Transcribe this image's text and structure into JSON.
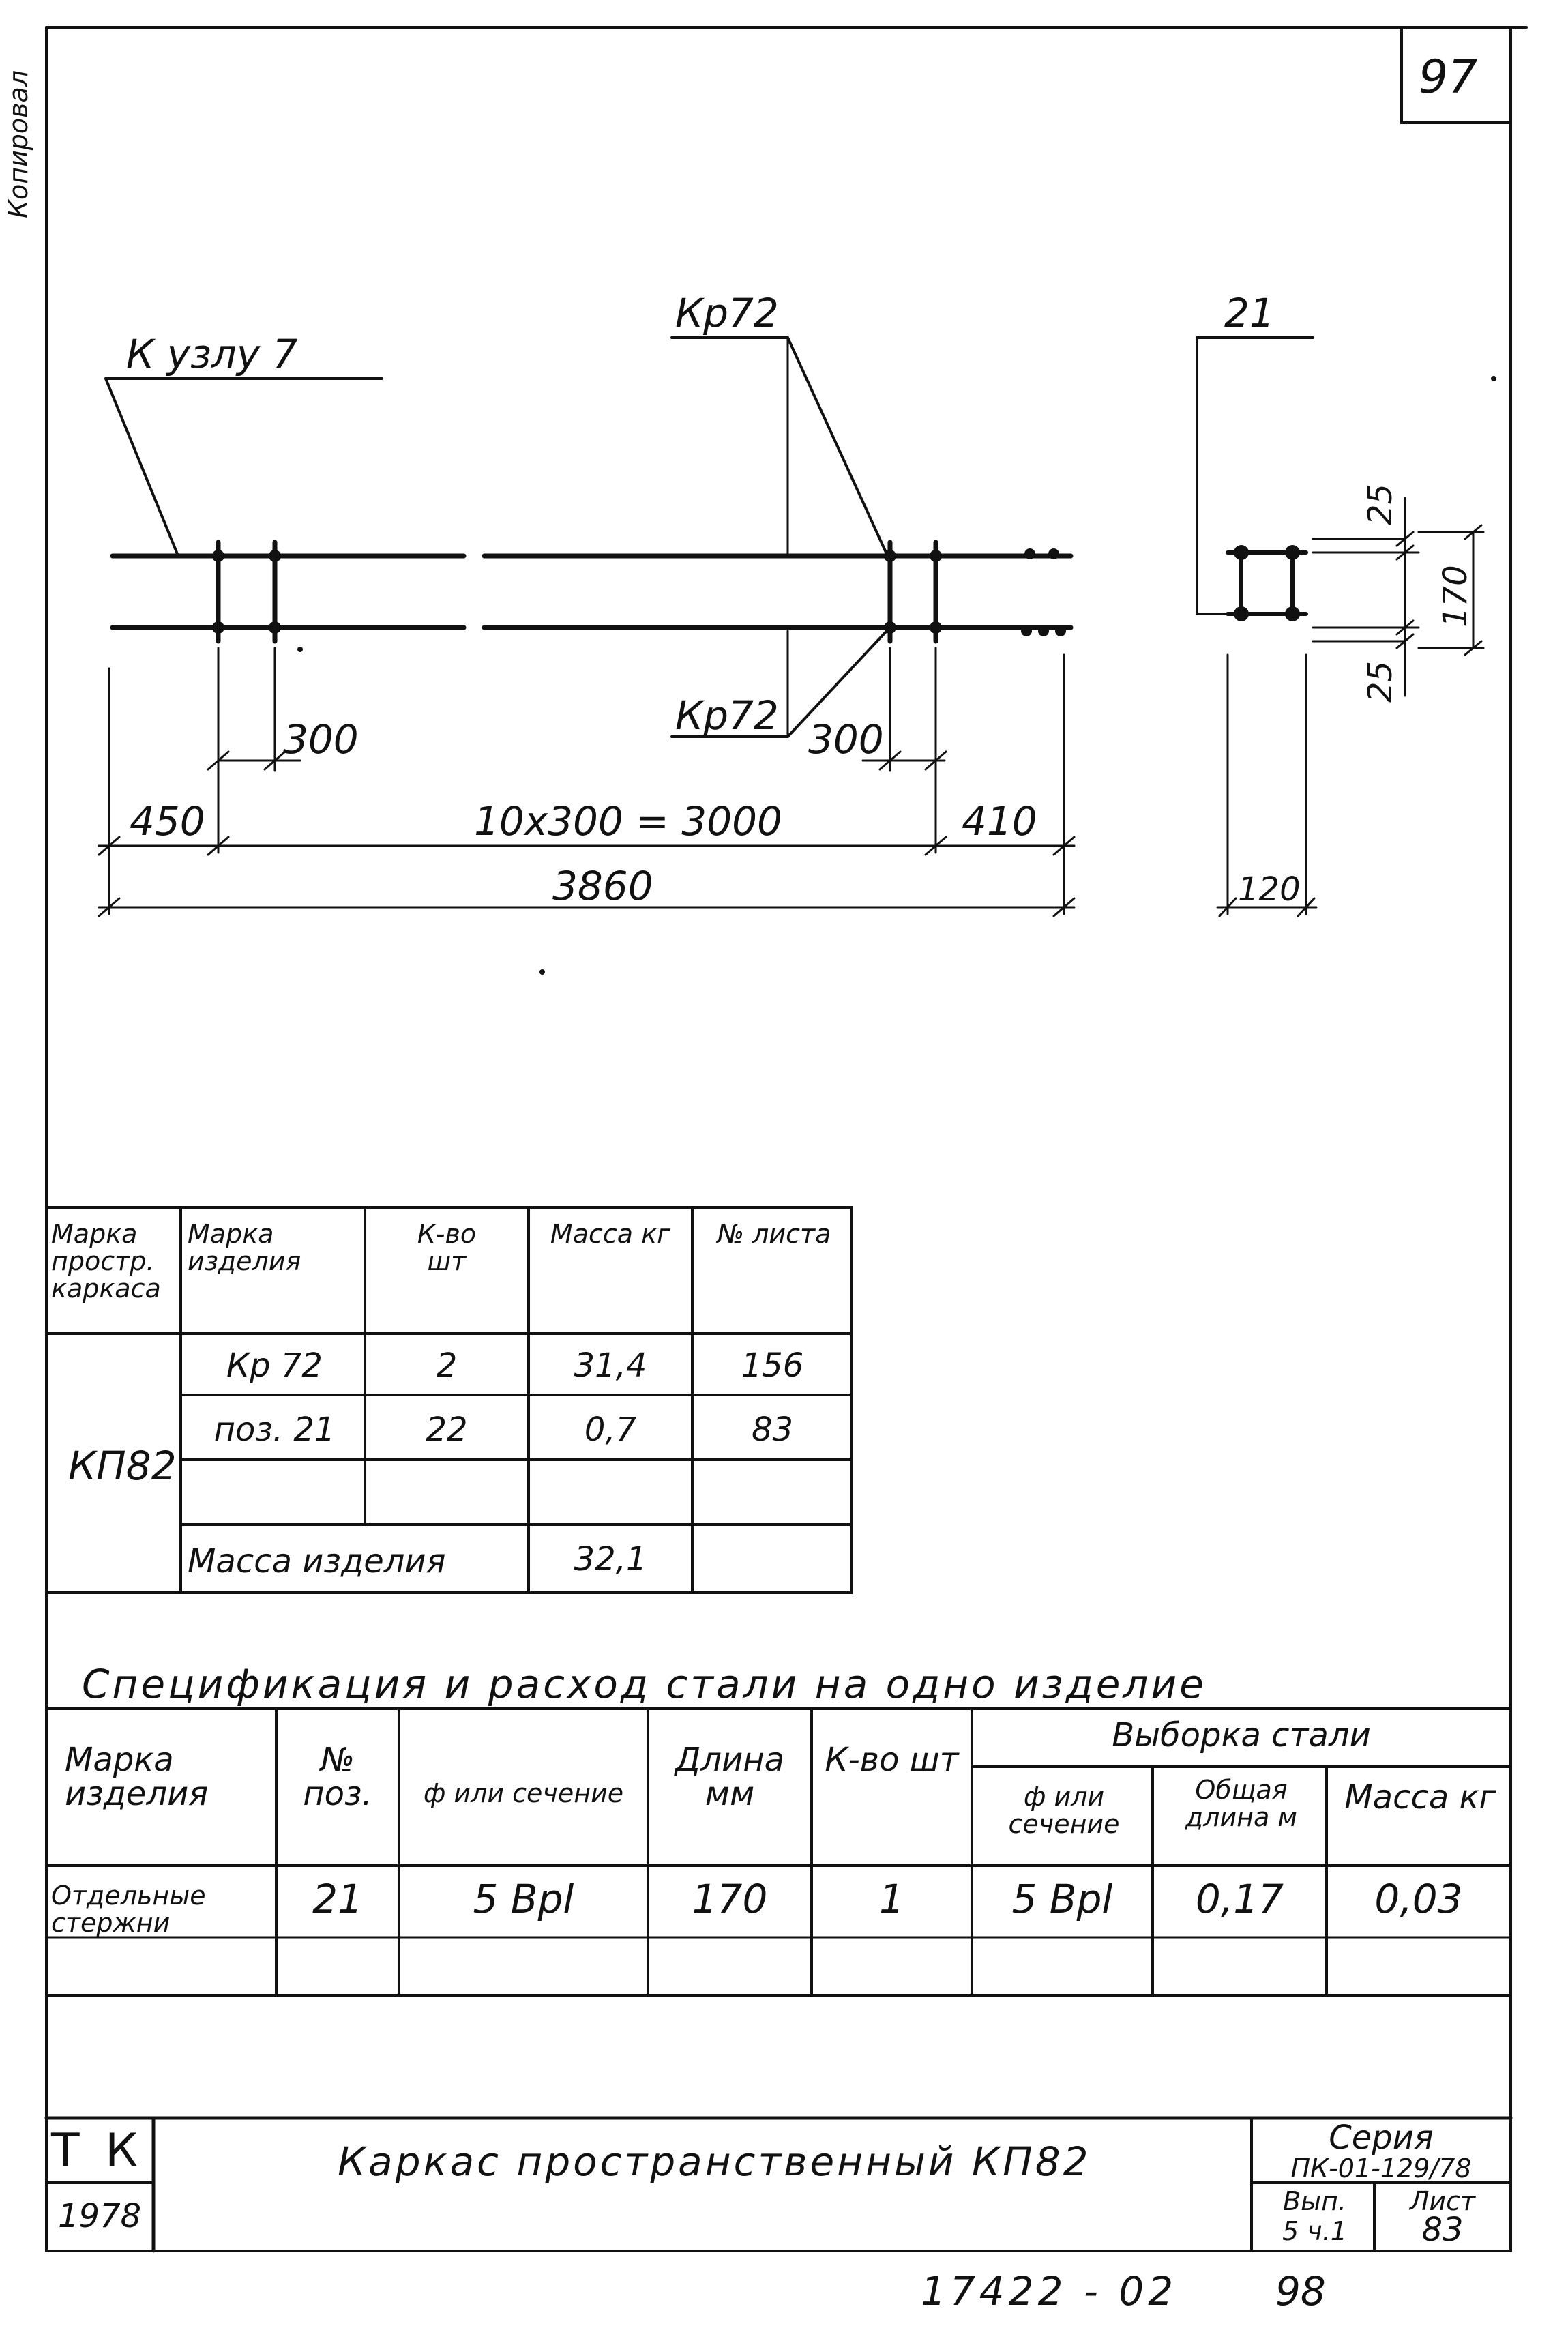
{
  "page_number": "97",
  "margin_text": "Копировал",
  "drawing": {
    "callout_node": "К узлу 7",
    "callout_kr_top": "Кр72",
    "callout_kr_bottom": "Кр72",
    "callout_pos": "21",
    "dim_450": "450",
    "dim_300_left": "300",
    "dim_3000": "10х300 = 3000",
    "dim_300_right": "300",
    "dim_410": "410",
    "dim_3860": "3860",
    "dim_25_top": "25",
    "dim_170": "170",
    "dim_25_bottom": "25",
    "dim_120": "120"
  },
  "frame_table": {
    "headers": [
      "Марка простр. каркаса",
      "Марка изделия",
      "К-во шт",
      "Масса кг",
      "№ листа"
    ],
    "frame_mark": "КП82",
    "rows": [
      [
        "Кр 72",
        "2",
        "31,4",
        "156"
      ],
      [
        "поз. 21",
        "22",
        "0,7",
        "83"
      ],
      [
        "",
        "",
        "",
        ""
      ]
    ],
    "total_label": "Масса изделия",
    "total_value": "32,1"
  },
  "spec": {
    "title": "Спецификация и расход стали на одно изделие",
    "headers": {
      "mark": "Марка изделия",
      "pos": "№ поз.",
      "section": "ф или сечение",
      "length": "Длина мм",
      "qty": "К-во шт",
      "selection": "Выборка стали",
      "sel_section": "ф или сечение",
      "sel_length": "Общая длина м",
      "sel_mass": "Масса кг"
    },
    "row": {
      "mark": "Отдельные стержни",
      "pos": "21",
      "section": "5 Врl",
      "length": "170",
      "qty": "1",
      "sel_section": "5 Врl",
      "sel_length": "0,17",
      "sel_mass": "0,03"
    }
  },
  "title_block": {
    "org": "Т К",
    "year": "1978",
    "title": "Каркас пространственный КП82",
    "series_label": "Серия",
    "series_value": "ПК-01-129/78",
    "issue_label": "Вып.",
    "issue_value": "5 ч.1",
    "sheet_label": "Лист",
    "sheet_value": "83"
  },
  "footer": {
    "code": "17422 - 02",
    "number": "98"
  }
}
